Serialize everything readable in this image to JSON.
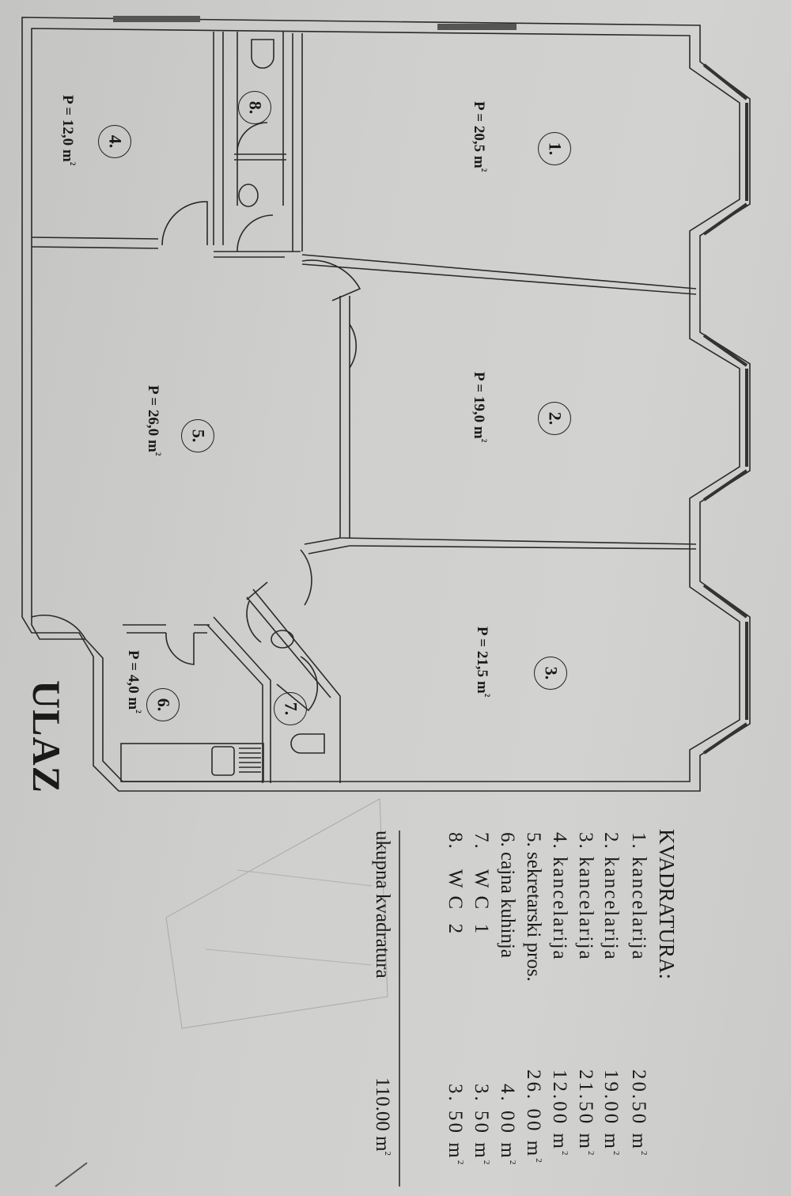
{
  "plan": {
    "entrance_label": "ULAZ",
    "rooms": [
      {
        "id": "1",
        "badge": "1.",
        "area_label": "P = 20,5 m",
        "unit_sup": "2"
      },
      {
        "id": "2",
        "badge": "2.",
        "area_label": "P = 19,0 m",
        "unit_sup": "2"
      },
      {
        "id": "3",
        "badge": "3.",
        "area_label": "P = 21,5 m",
        "unit_sup": "2"
      },
      {
        "id": "4",
        "badge": "4.",
        "area_label": "P = 12,0 m",
        "unit_sup": "2"
      },
      {
        "id": "5",
        "badge": "5.",
        "area_label": "P = 26,0 m",
        "unit_sup": "2"
      },
      {
        "id": "6",
        "badge": "6.",
        "area_label": "P = 4,0 m",
        "unit_sup": "2"
      },
      {
        "id": "7",
        "badge": "7."
      },
      {
        "id": "8",
        "badge": "8."
      }
    ]
  },
  "legend": {
    "title": "KVADRATURA:",
    "items": [
      {
        "label": "1. kancelarija",
        "value": "20.50 m",
        "unit_sup": "2"
      },
      {
        "label": "2. kancelarija",
        "value": "19.00 m",
        "unit_sup": "2"
      },
      {
        "label": "3. kancelarija",
        "value": "21.50 m",
        "unit_sup": "2"
      },
      {
        "label": "4. kancelarija",
        "value": "12.00 m",
        "unit_sup": "2"
      },
      {
        "label": "5. sekretarski pros.",
        "value": "26. 00 m",
        "unit_sup": "2"
      },
      {
        "label": "6. cajna kuhinja",
        "value": "4. 00 m",
        "unit_sup": "2"
      },
      {
        "label": "7.   W C  1",
        "value": "3. 50 m",
        "unit_sup": "2"
      },
      {
        "label": "8.   W C  2",
        "value": "3. 50 m",
        "unit_sup": "2"
      }
    ],
    "total_label": "ukupna kvadratura",
    "total_value": "110.00 m",
    "total_unit_sup": "2"
  }
}
